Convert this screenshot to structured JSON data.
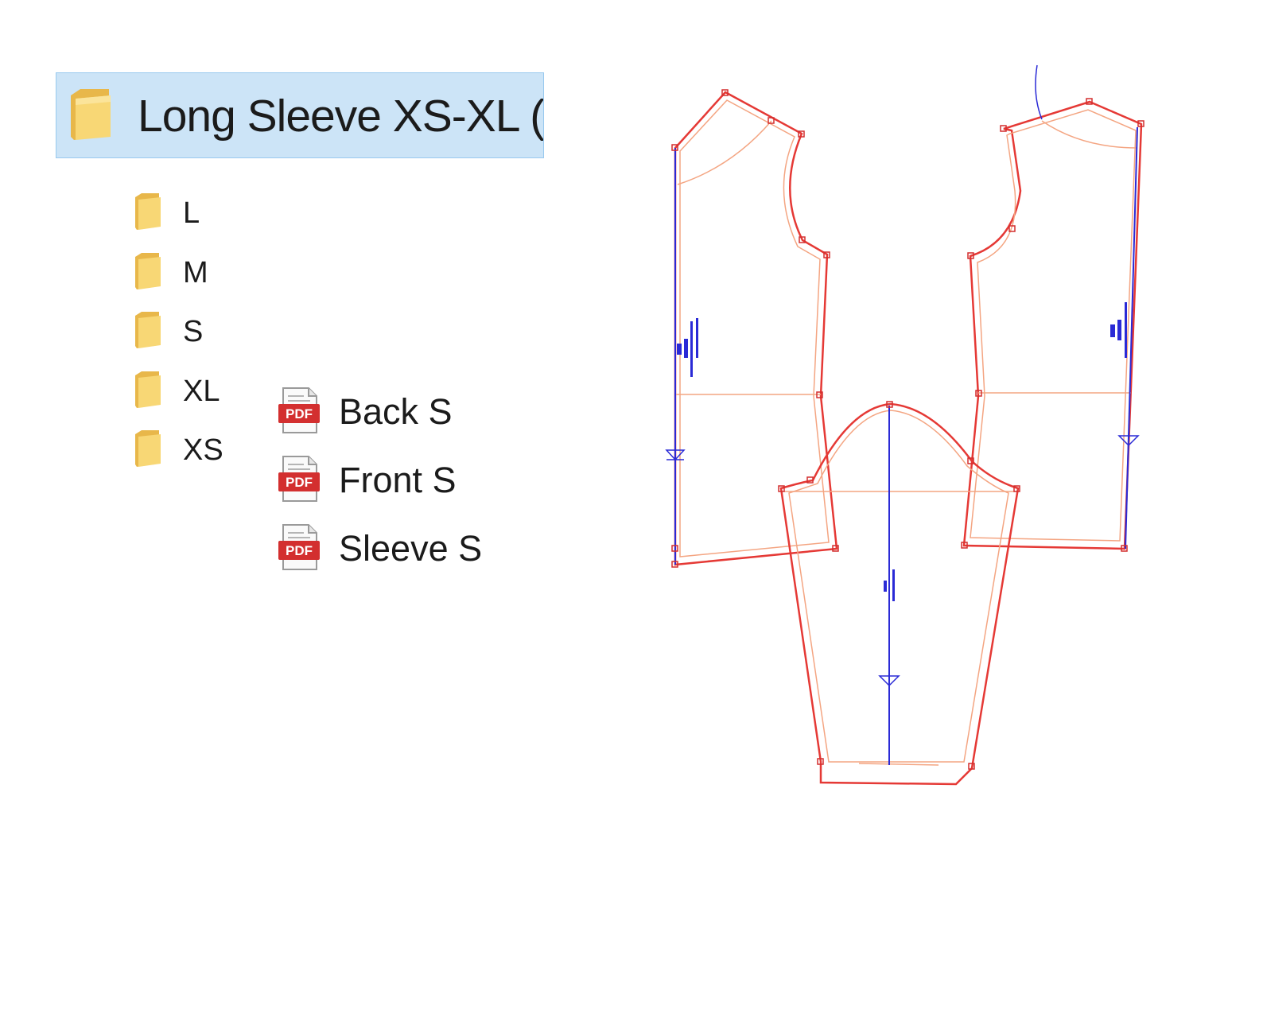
{
  "header": {
    "title": "Long Sleeve XS-XL (",
    "icon": "folder-icon",
    "highlight_color": "#cce4f7",
    "highlight_border": "#99c9ef"
  },
  "folders": [
    {
      "label": "L",
      "icon": "folder-icon"
    },
    {
      "label": "M",
      "icon": "folder-icon"
    },
    {
      "label": "S",
      "icon": "folder-icon"
    },
    {
      "label": "XL",
      "icon": "folder-icon"
    },
    {
      "label": "XS",
      "icon": "folder-icon"
    }
  ],
  "files": [
    {
      "label": "Back S",
      "icon": "pdf-file-icon",
      "badge": "PDF"
    },
    {
      "label": "Front S",
      "icon": "pdf-file-icon",
      "badge": "PDF"
    },
    {
      "label": "Sleeve S",
      "icon": "pdf-file-icon",
      "badge": "PDF"
    }
  ],
  "pattern": {
    "pieces": [
      "back-piece",
      "front-piece",
      "sleeve-piece"
    ],
    "colors": {
      "cut_line": "#e53935",
      "seam_line": "#f4a582",
      "grain_line": "#2a2ad6",
      "notch": "#d32f2f"
    }
  }
}
